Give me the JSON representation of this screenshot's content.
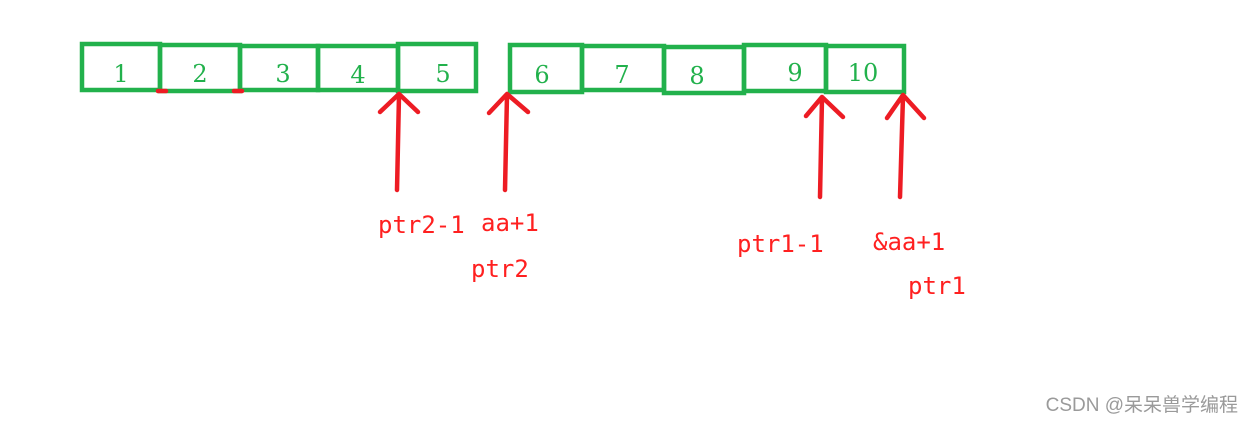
{
  "colors": {
    "cell_stroke": "#22b14c",
    "cell_text": "#22b14c",
    "arrow": "#ed1c24",
    "label": "#ff2020",
    "watermark": "#9a9a9a"
  },
  "cells": [
    "1",
    "2",
    "3",
    "4",
    "5",
    "6",
    "7",
    "8",
    "9",
    "10"
  ],
  "pointer_labels": [
    "ptr2-1",
    "aa+1",
    "ptr2",
    "ptr1-1",
    "&aa+1",
    "ptr1"
  ],
  "watermark": "CSDN @呆呆兽学编程"
}
